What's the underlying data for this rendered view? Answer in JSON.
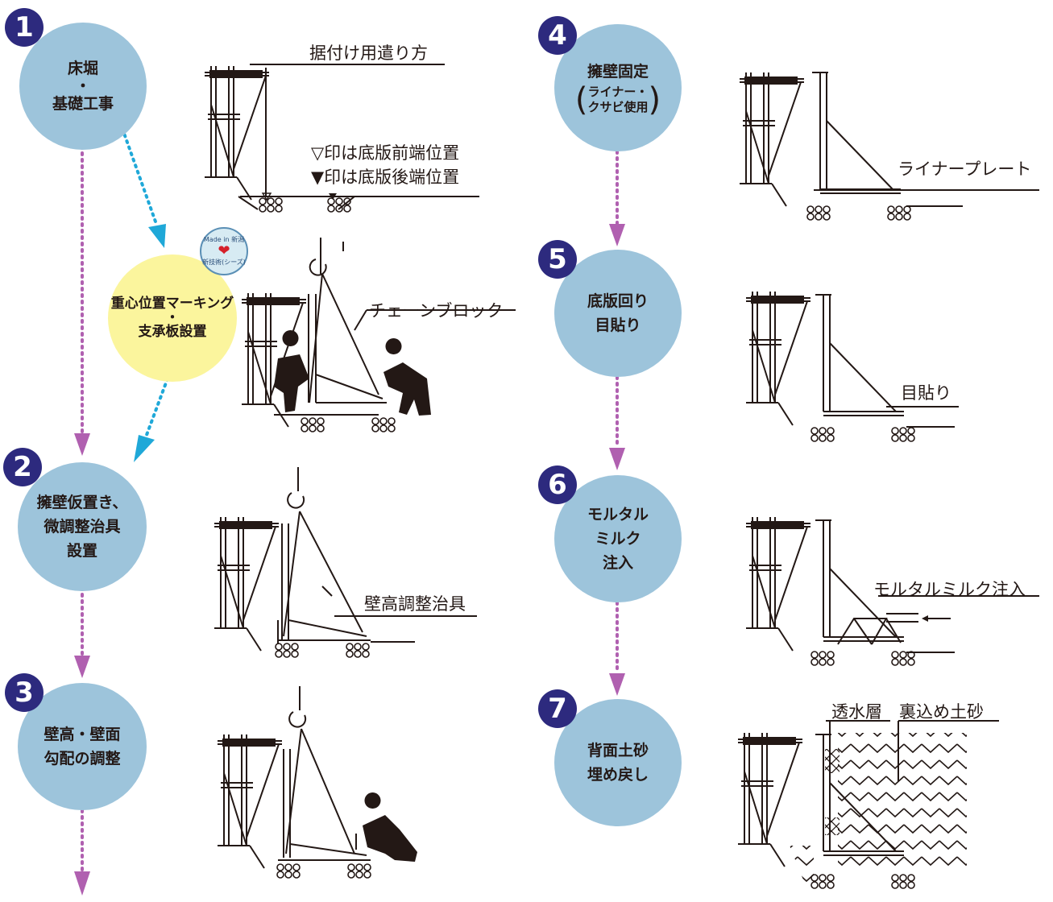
{
  "steps": {
    "s1": {
      "num": "1",
      "line1": "床堀",
      "line2": "・",
      "line3": "基礎工事"
    },
    "sy": {
      "line1": "重心位置マーキング",
      "line2": "・",
      "line3": "支承板設置"
    },
    "s2": {
      "num": "2",
      "line1": "擁壁仮置き、",
      "line2": "微調整治具",
      "line3": "設置"
    },
    "s3": {
      "num": "3",
      "line1": "壁高・壁面",
      "line2": "勾配の調整"
    },
    "s4": {
      "num": "4",
      "line1": "擁壁固定",
      "paren1": "ライナー・",
      "paren2": "クサビ使用"
    },
    "s5": {
      "num": "5",
      "line1": "底版回り",
      "line2": "目貼り"
    },
    "s6": {
      "num": "6",
      "line1": "モルタル",
      "line2": "ミルク",
      "line3": "注入"
    },
    "s7": {
      "num": "7",
      "line1": "背面土砂",
      "line2": "埋め戻し"
    }
  },
  "labels": {
    "sueduke": "据付け用遣り方",
    "white_tri": "▽印は底版前端位置",
    "black_tri": "▼印は底版後端位置",
    "chain_block": "チェーンブロック",
    "wall_jig": "壁高調整治具",
    "liner": "ライナープレート",
    "mebari": "目貼り",
    "mortar": "モルタルミルク注入",
    "permeable": "透水層",
    "backfill": "裏込め土砂"
  },
  "badge": {
    "top": "Made in 新潟",
    "bottom": "新技術(シーズ)"
  },
  "colors": {
    "circle_blue": "#9dc4db",
    "circle_yellow": "#fbf59d",
    "num_badge": "#2d2a7e",
    "arrow_purple": "#b060b0",
    "arrow_cyan": "#1fa8d8"
  }
}
